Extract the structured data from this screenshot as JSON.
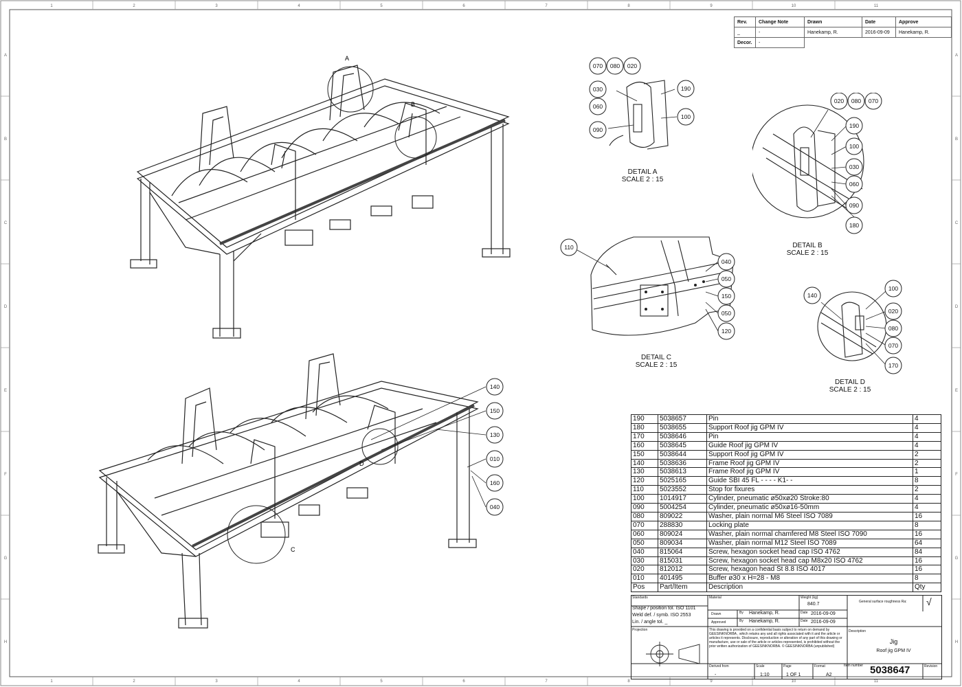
{
  "frame": {
    "col_labels": [
      "1",
      "2",
      "3",
      "4",
      "5",
      "6",
      "7",
      "8",
      "9",
      "10",
      "11"
    ],
    "row_labels": [
      "A",
      "B",
      "C",
      "D",
      "E",
      "F",
      "G",
      "H"
    ]
  },
  "revision": {
    "headers": [
      "Rev.",
      "Change Note",
      "Drawn",
      "Date",
      "Approve"
    ],
    "row": [
      "_",
      "-",
      "Hanekamp, R.",
      "2016-09-09",
      "Hanekamp, R."
    ],
    "decor_label": "Decor.",
    "decor_value": "-"
  },
  "details": {
    "a": {
      "title": "DETAIL A",
      "scale": "SCALE 2 : 15",
      "letter": "A"
    },
    "b": {
      "title": "DETAIL B",
      "scale": "SCALE 2 : 15",
      "letter": "B"
    },
    "c": {
      "title": "DETAIL C",
      "scale": "SCALE 2 : 15",
      "letter": "C"
    },
    "d": {
      "title": "DETAIL D",
      "scale": "SCALE 2 : 15",
      "letter": "D"
    }
  },
  "balloons": {
    "detail_a": [
      "070",
      "080",
      "020",
      "030",
      "060",
      "090",
      "190",
      "100"
    ],
    "detail_b": [
      "020",
      "080",
      "070",
      "190",
      "100",
      "030",
      "060",
      "090",
      "180"
    ],
    "detail_c": [
      "110",
      "040",
      "050",
      "150",
      "050",
      "120"
    ],
    "detail_d": [
      "140",
      "100",
      "020",
      "080",
      "070",
      "170"
    ],
    "main_view": [
      "140",
      "150",
      "130",
      "010",
      "160",
      "040"
    ]
  },
  "bom": {
    "rows": [
      [
        "190",
        "5038657",
        "Pin",
        "4"
      ],
      [
        "180",
        "5038655",
        "Support Roof jig GPM IV",
        "4"
      ],
      [
        "170",
        "5038646",
        "Pin",
        "4"
      ],
      [
        "160",
        "5038645",
        "Guide Roof jig GPM IV",
        "4"
      ],
      [
        "150",
        "5038644",
        "Support Roof jig GPM IV",
        "2"
      ],
      [
        "140",
        "5038636",
        "Frame Roof jig GPM IV",
        "2"
      ],
      [
        "130",
        "5038613",
        "Frame Roof jig GPM IV",
        "1"
      ],
      [
        "120",
        "5025165",
        "Guide SBI 45 FL - - - - K1- -",
        "8"
      ],
      [
        "110",
        "5023552",
        "Stop for fixures",
        "2"
      ],
      [
        "100",
        "1014917",
        "Cylinder, pneumatic ø50xø20 Stroke:80",
        "4"
      ],
      [
        "090",
        "5004254",
        "Cylinder, pneumatic ø50xø16-50mm",
        "4"
      ],
      [
        "080",
        "809022",
        "Washer, plain normal M6 Steel ISO 7089",
        "16"
      ],
      [
        "070",
        "288830",
        "Locking plate",
        "8"
      ],
      [
        "060",
        "809024",
        "Washer, plain normal chamfered M8 Steel ISO 7090",
        "16"
      ],
      [
        "050",
        "809034",
        "Washer, plain normal M12 Steel ISO 7089",
        "64"
      ],
      [
        "040",
        "815064",
        "Screw, hexagon socket head cap ISO 4762",
        "84"
      ],
      [
        "030",
        "815031",
        "Screw, hexagon socket head cap M8x20 ISO 4762",
        "16"
      ],
      [
        "020",
        "812012",
        "Screw, hexagon head St 8.8 ISO 4017",
        "16"
      ],
      [
        "010",
        "401495",
        "Buffer ø30 x H=28 - M8",
        "8"
      ]
    ],
    "header": [
      "Pos",
      "Part/Item",
      "Description",
      "Qty"
    ]
  },
  "title_block": {
    "standards_label": "Standards",
    "shape_tol": "Shape / position tol. ISO 1101",
    "weld_def": "Weld def. / symb. ISO 2553",
    "lin_tol": "Lin. / angle tol. _",
    "material_label": "Material",
    "weight_label": "Weight (kg)",
    "weight_value": "840.7",
    "roughness_label": "General surface roughness Ra:",
    "roughness_symbol": "√",
    "drawn_label": "Drawn",
    "by_label": "By",
    "drawn_by": "Hanekamp, R.",
    "date_label": "Date",
    "drawn_date": "2016-09-09",
    "approved_label": "Approved",
    "approved_by": "Hanekamp, R.",
    "approved_date": "2016-09-09",
    "projection_label": "Projection",
    "notice": "This drawing is provided on a confidential basis subject to return on demand by GEESINKNORBA , which retains any and all rights associated with it and the article or articles it represents. Disclosure, reproduction or alteration of any part of this drawing or manufacture, use or sale of the article or articles represented, is prohibited without the prior written authorization of GEESINKNORBA. © GEESINKNORBA (unpublished)",
    "description_label": "Description",
    "description_1": "Jig",
    "description_2": "Roof jig GPM IV",
    "derived_label": "Derived from",
    "derived_value": "-",
    "scale_label": "Scale",
    "scale_value": "1:10",
    "page_label": "Page",
    "page_value": "1 OF 1",
    "format_label": "Format",
    "format_value": "A2",
    "item_label": "Item number",
    "item_value": "5038647",
    "revision_label": "Revision",
    "revision_value": ""
  }
}
